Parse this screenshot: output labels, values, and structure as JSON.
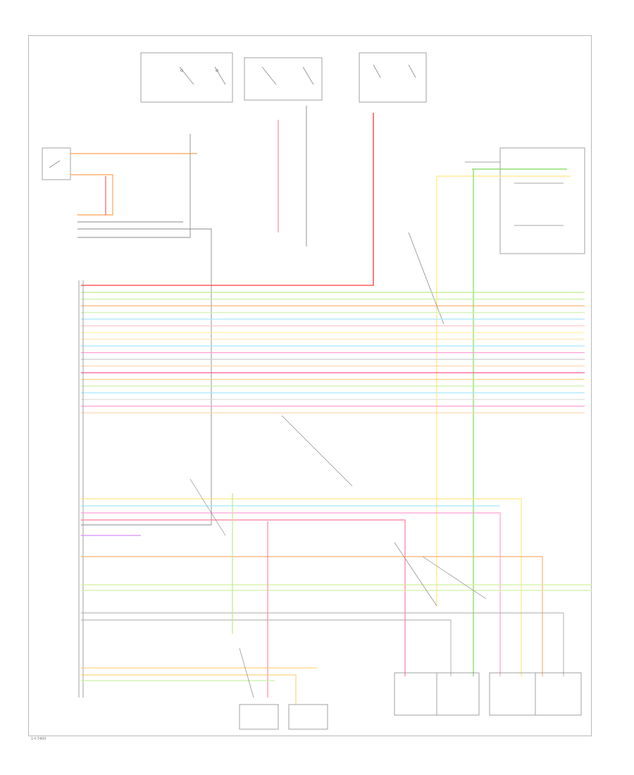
{
  "footer_code": "1-Y-7400",
  "colors": {
    "frame": "#b8b8b8",
    "wire_gray": "#8a8a8a",
    "red": "#ff5a5a",
    "orange": "#ffb070",
    "yellow": "#ffe680",
    "light_green": "#b6ef88",
    "green": "#7fd65a",
    "cyan": "#a8e8ff",
    "pink": "#ff9fd5",
    "violet": "#d98cff"
  },
  "wires": [
    {
      "name": "wire-1",
      "color": "#b6ef88"
    },
    {
      "name": "wire-2",
      "color": "#c8f0a8"
    },
    {
      "name": "wire-3",
      "color": "#ffb070"
    },
    {
      "name": "wire-4",
      "color": "#d0f3b0"
    },
    {
      "name": "wire-5",
      "color": "#a8e8ff"
    },
    {
      "name": "wire-6",
      "color": "#ffc8c8"
    },
    {
      "name": "wire-7",
      "color": "#fff0a0"
    },
    {
      "name": "wire-8",
      "color": "#ffe6b0"
    },
    {
      "name": "wire-9",
      "color": "#a8e8ff"
    },
    {
      "name": "wire-10",
      "color": "#ff9fd5"
    },
    {
      "name": "wire-11",
      "color": "#cccccc"
    },
    {
      "name": "wire-12",
      "color": "#ffd6b0"
    },
    {
      "name": "wire-13",
      "color": "#ff5a8c"
    },
    {
      "name": "wire-14",
      "color": "#ffd280"
    },
    {
      "name": "wire-15",
      "color": "#c8f0a8"
    },
    {
      "name": "wire-16",
      "color": "#a8e8ff"
    },
    {
      "name": "wire-17",
      "color": "#dddddd"
    },
    {
      "name": "wire-18",
      "color": "#ff9fd5"
    },
    {
      "name": "wire-19",
      "color": "#ffd6b0"
    }
  ]
}
